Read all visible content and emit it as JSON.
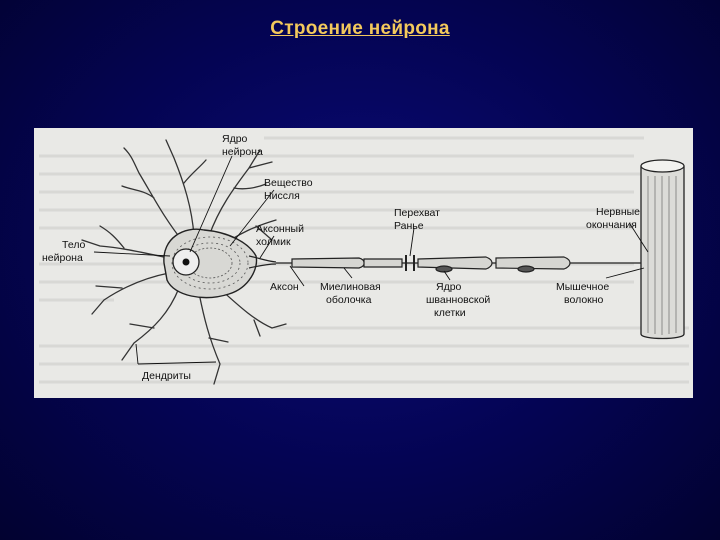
{
  "slide": {
    "title": "Строение нейрона",
    "colors": {
      "background": "#040452",
      "title": "#f3c95c",
      "figure": "#e9e9e6"
    }
  },
  "diagram": {
    "labels": {
      "nucleus": [
        "Ядро",
        "нейрона"
      ],
      "nissl": [
        "Вещество",
        "Ниссля"
      ],
      "ranvier": [
        "Перехват",
        "Ранье"
      ],
      "nerve_endings": [
        "Нервные",
        "окончания"
      ],
      "cell_body": [
        "Тело",
        "нейрона"
      ],
      "axon_hillock": [
        "Аксонный",
        "холмик"
      ],
      "axon": [
        "Аксон"
      ],
      "myelin": [
        "Миелиновая",
        "оболочка"
      ],
      "schwann_nucleus": [
        "Ядро",
        "шванновской",
        "клетки"
      ],
      "muscle_fiber": [
        "Мышечное",
        "волокно"
      ],
      "dendrites": [
        "Дендриты"
      ]
    }
  }
}
